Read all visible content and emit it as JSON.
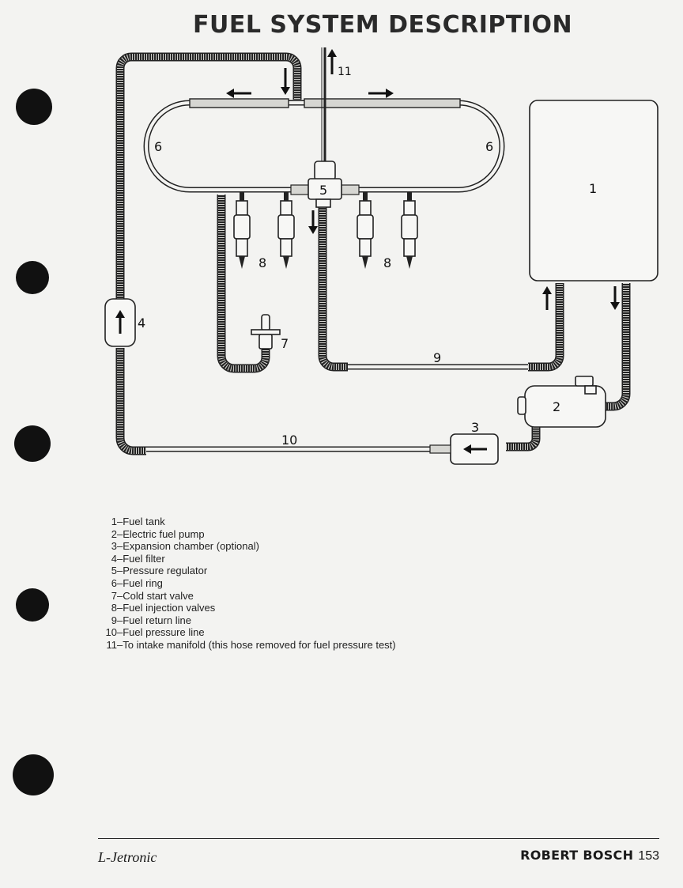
{
  "title": "FUEL SYSTEM DESCRIPTION",
  "diagram": {
    "labels": {
      "tank": "1",
      "pump": "2",
      "expansion": "3",
      "filter": "4",
      "regulator": "5",
      "ring_left": "6",
      "ring_right": "6",
      "cold_start": "7",
      "injectors_left": "8",
      "injectors_right": "8",
      "return_line": "9",
      "pressure_line": "10",
      "intake": "11"
    }
  },
  "legend": [
    {
      "num": "1",
      "text": "Fuel tank"
    },
    {
      "num": "2",
      "text": "Electric fuel pump"
    },
    {
      "num": "3",
      "text": "Expansion chamber (optional)"
    },
    {
      "num": "4",
      "text": "Fuel filter"
    },
    {
      "num": "5",
      "text": "Pressure regulator"
    },
    {
      "num": "6",
      "text": "Fuel ring"
    },
    {
      "num": "7",
      "text": "Cold start valve"
    },
    {
      "num": "8",
      "text": "Fuel injection valves"
    },
    {
      "num": "9",
      "text": "Fuel return line"
    },
    {
      "num": "10",
      "text": "Fuel pressure line"
    },
    {
      "num": "11",
      "text": "To intake manifold (this hose removed for fuel pressure test)"
    }
  ],
  "legend_dash": "–",
  "footer": {
    "left": "L-Jetronic",
    "brand": "ROBERT BOSCH",
    "page": "153"
  }
}
